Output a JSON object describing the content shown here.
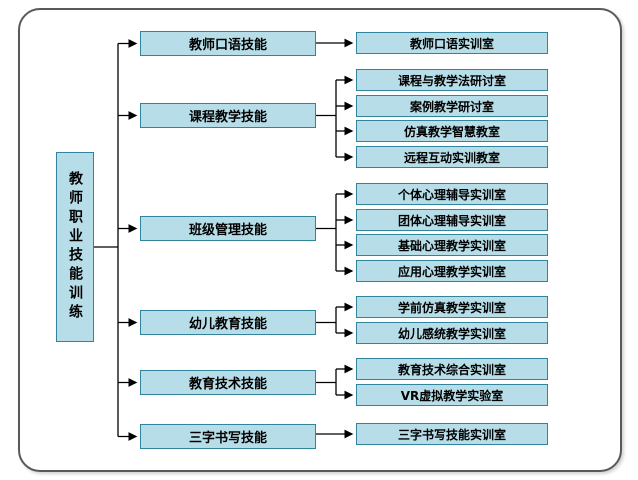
{
  "root": {
    "label": "教师职业技能训练"
  },
  "branches": [
    {
      "label": "教师口语技能",
      "children": [
        "教师口语实训室"
      ]
    },
    {
      "label": "课程教学技能",
      "children": [
        "课程与教学法研讨室",
        "案例教学研讨室",
        "仿真教学智慧教室",
        "远程互动实训教室"
      ]
    },
    {
      "label": "班级管理技能",
      "children": [
        "个体心理辅导实训室",
        "团体心理辅导实训室",
        "基础心理教学实训室",
        "应用心理教学实训室"
      ]
    },
    {
      "label": "幼儿教育技能",
      "children": [
        "学前仿真教学实训室",
        "幼儿感统教学实训室"
      ]
    },
    {
      "label": "教育技术技能",
      "children": [
        "教育技术综合实训室",
        "VR虚拟教学实验室"
      ]
    },
    {
      "label": "三字书写技能",
      "children": [
        "三字书写技能实训室"
      ]
    }
  ],
  "colors": {
    "box_fill": "#b7dee8",
    "box_border": "#31849b",
    "line": "#000000",
    "frame_border": "#595959"
  }
}
